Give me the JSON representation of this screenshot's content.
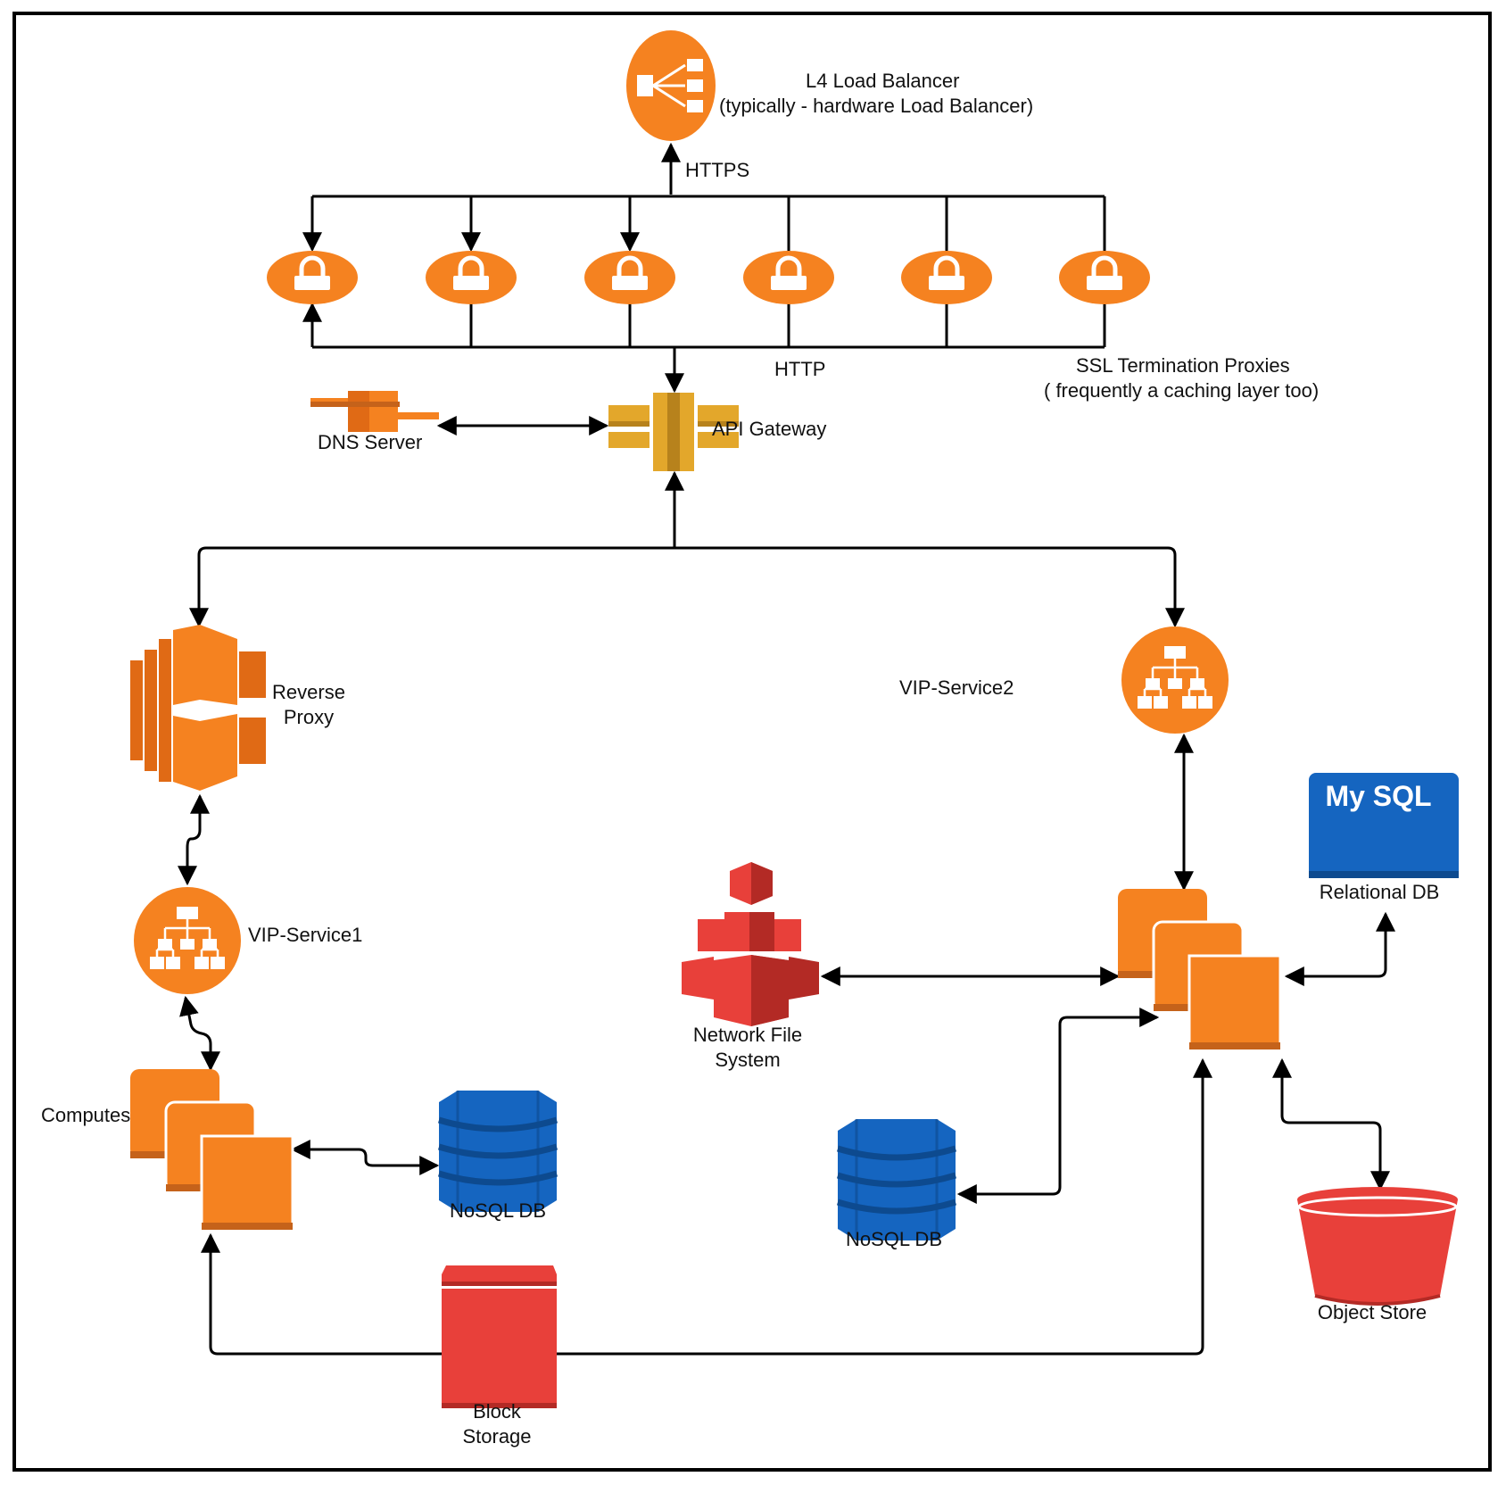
{
  "labels": {
    "load_balancer_line1": "L4 Load Balancer",
    "load_balancer_line2": "(typically - hardware Load Balancer)",
    "https": "HTTPS",
    "http": "HTTP",
    "ssl_line1": "SSL Termination Proxies",
    "ssl_line2": "( frequently a caching layer too)",
    "dns_server": "DNS Server",
    "api_gateway": "API Gateway",
    "reverse_proxy_line1": "Reverse",
    "reverse_proxy_line2": "Proxy",
    "vip_service1": "VIP-Service1",
    "vip_service2": "VIP-Service2",
    "computes": "Computes",
    "nosql_db_left": "NoSQL DB",
    "nosql_db_right": "NoSQL DB",
    "block_storage_line1": "Block",
    "block_storage_line2": "Storage",
    "network_fs_line1": "Network File",
    "network_fs_line2": "System",
    "mysql_logo": "My SQL",
    "relational_db": "Relational DB",
    "object_store": "Object Store"
  },
  "colors": {
    "orange": "#F58220",
    "orange_dark": "#C5621A",
    "gold": "#E3A72B",
    "gold_dark": "#B7821C",
    "red": "#E8403A",
    "red_dark": "#B32A25",
    "blue": "#1565C0",
    "blue_dark": "#0D4A8F",
    "line": "#000000"
  },
  "icons": {
    "load_balancer": "load-balancer-icon",
    "ssl_proxy": "lock-icon",
    "dns": "dns-server-icon",
    "api_gateway": "api-gateway-icon",
    "reverse_proxy": "reverse-proxy-icon",
    "vip": "hierarchy-icon",
    "compute": "compute-instances-icon",
    "nosql": "database-icon",
    "block_storage": "block-storage-icon",
    "nfs": "network-file-system-icon",
    "mysql": "mysql-icon",
    "object_store": "bucket-icon"
  }
}
